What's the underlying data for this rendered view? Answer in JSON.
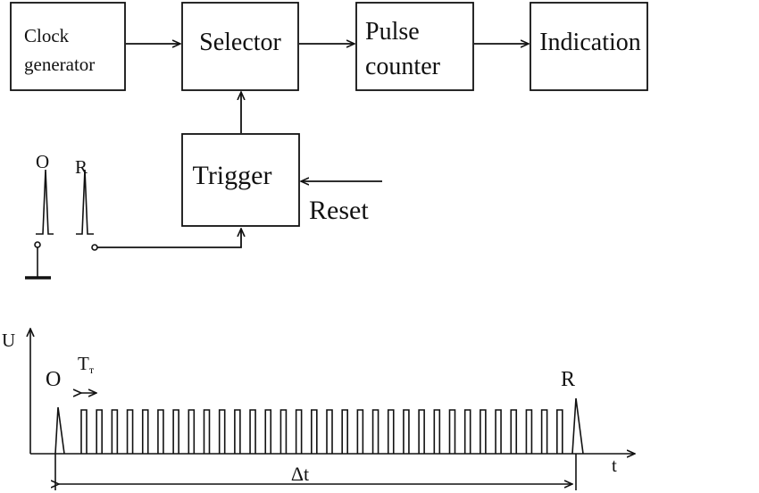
{
  "blocks": {
    "clock_generator": [
      "Clock",
      "generator"
    ],
    "selector": "Selector",
    "pulse_counter": [
      "Pulse",
      "counter"
    ],
    "indication": "Indication",
    "trigger": "Trigger"
  },
  "labels": {
    "reset": "Reset",
    "start_source": "O",
    "stop_source": "R"
  },
  "timing": {
    "y_axis": "U",
    "x_axis": "t",
    "start_marker": "O",
    "stop_marker": "R",
    "period_main": "T",
    "period_sub": "т",
    "interval": "Δt",
    "pulse_count": 32
  },
  "colors": {
    "line": "#111111",
    "background": "#ffffff"
  }
}
